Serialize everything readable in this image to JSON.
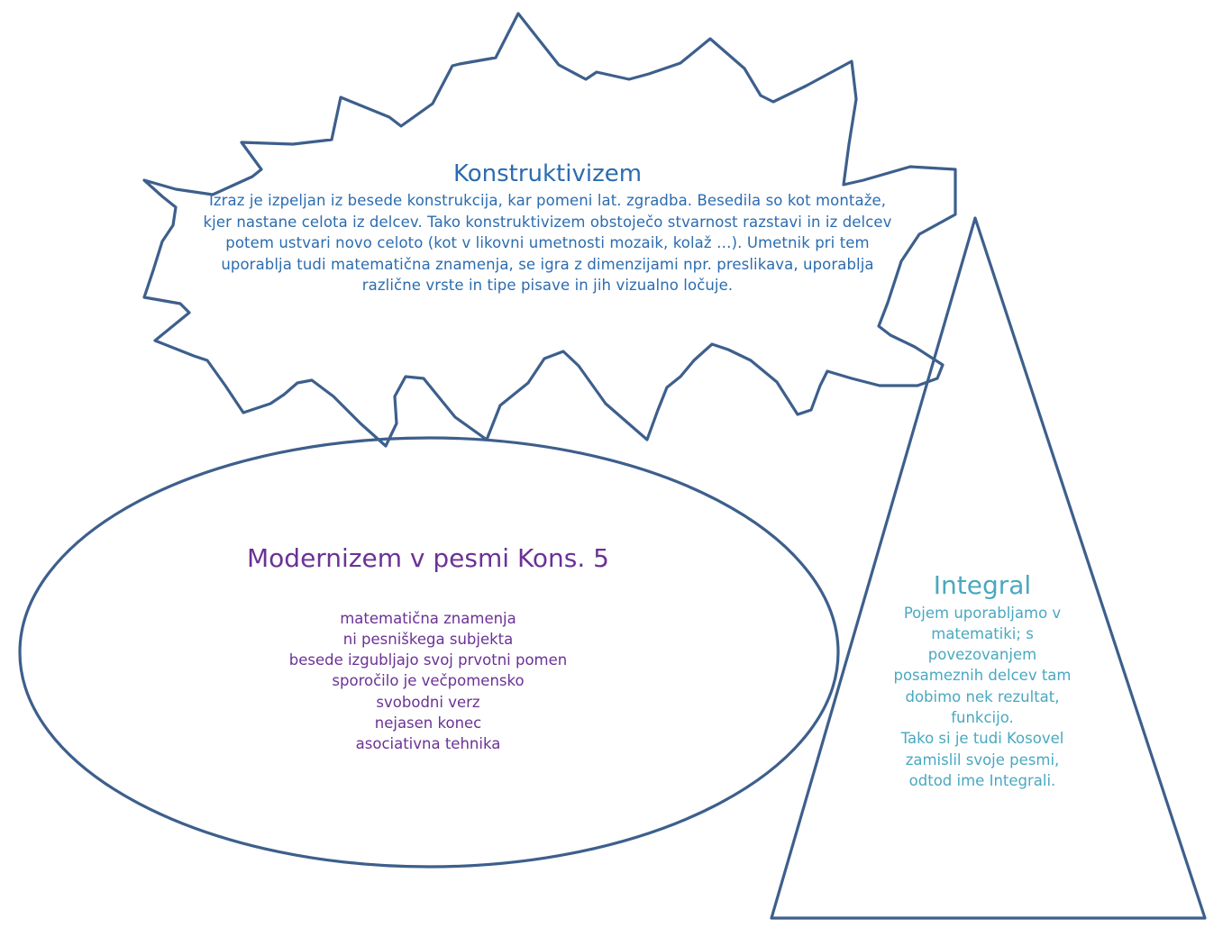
{
  "colors": {
    "outline": "#3d5f8c",
    "cloud_text": "#2b6cb0",
    "ellipse_text": "#6b3296",
    "triangle_text": "#4aa8c0"
  },
  "cloud": {
    "title": "Konstruktivizem",
    "lines": [
      "Izraz je izpeljan iz besede konstrukcija, kar pomeni lat. zgradba. Besedila so kot montaže,",
      "kjer nastane celota iz delcev. Tako konstruktivizem  obstoječo stvarnost razstavi in iz delcev",
      "potem  ustvari novo celoto (kot v likovni umetnosti mozaik, kolaž …). Umetnik pri tem",
      "uporablja tudi matematična znamenja, se igra z dimenzijami npr. preslikava, uporablja",
      "različne vrste in tipe pisave in jih vizualno ločuje."
    ]
  },
  "ellipse": {
    "title": "Modernizem v pesmi Kons. 5",
    "items": [
      "matematična znamenja",
      "ni pesniškega subjekta",
      "besede izgubljajo svoj prvotni pomen",
      "sporočilo je večpomensko",
      "svobodni verz",
      "nejasen konec",
      "asociativna tehnika"
    ]
  },
  "triangle": {
    "title": "Integral",
    "lines": [
      "Pojem uporabljamo v",
      "matematiki; s",
      "povezovanjem",
      "posameznih delcev tam",
      "dobimo nek rezultat,",
      "funkcijo.",
      "Tako si je tudi Kosovel",
      "zamislil svoje pesmi,",
      "odtod ime Integrali."
    ]
  }
}
